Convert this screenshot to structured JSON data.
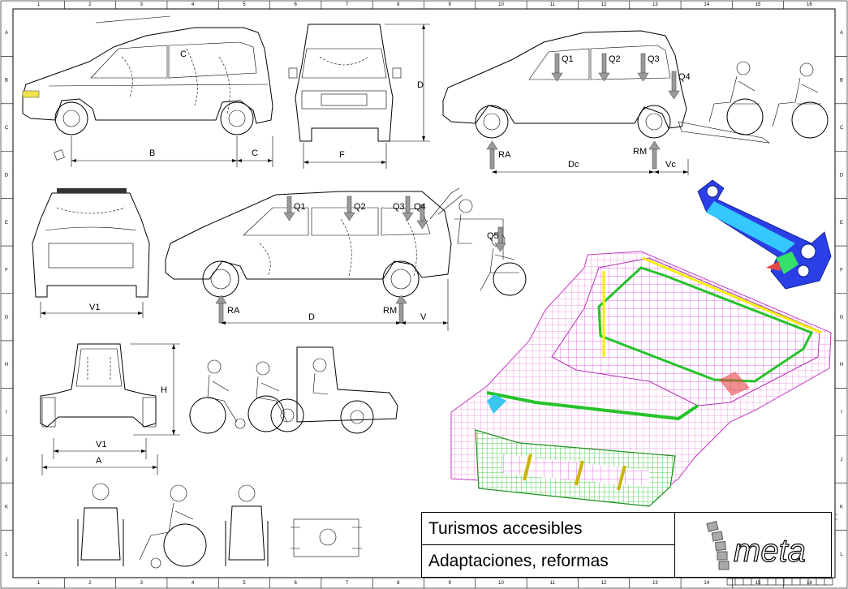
{
  "sheet": {
    "columns": [
      "1",
      "2",
      "3",
      "4",
      "5",
      "6",
      "7",
      "8",
      "9",
      "10",
      "11",
      "12",
      "13",
      "14",
      "15",
      "16"
    ],
    "rows": [
      "A",
      "B",
      "C",
      "D",
      "E",
      "F",
      "G",
      "H",
      "I",
      "J",
      "K",
      "L"
    ]
  },
  "views": {
    "car1_side": {
      "labels": {
        "c": "C",
        "b": "B",
        "c_dim": "C"
      }
    },
    "car1_front": {
      "labels": {
        "d": "D",
        "f": "F"
      }
    },
    "car1_ramp": {
      "labels": {
        "q1": "Q1",
        "q2": "Q2",
        "q3": "Q3",
        "q4": "Q4",
        "ra": "RA",
        "rm": "RM",
        "dc": "Dc",
        "vc": "Vc"
      }
    },
    "van_front": {
      "labels": {
        "v1": "V1"
      }
    },
    "van_side": {
      "labels": {
        "q1": "Q1",
        "q2": "Q2",
        "q3": "Q3",
        "q4": "Q4",
        "q5": "Q5",
        "ra": "RA",
        "rm": "RM",
        "d": "D",
        "v": "V"
      }
    },
    "utility_front": {
      "labels": {
        "h": "H",
        "v1": "V1",
        "a": "A"
      }
    }
  },
  "title_block": {
    "title": "Turismos accesibles",
    "subtitle": "Adaptaciones, reformas",
    "logo_text": "meta"
  }
}
